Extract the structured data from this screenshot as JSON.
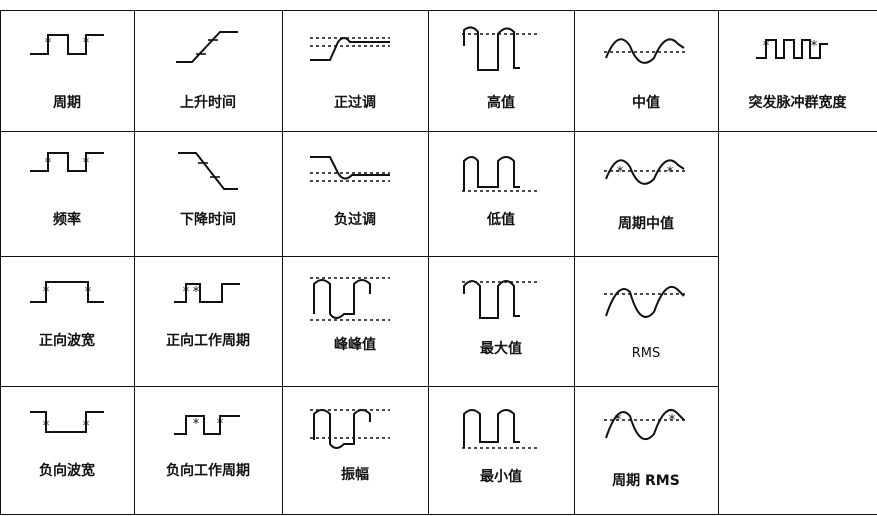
{
  "measurements": [
    {
      "label": "周期",
      "icon": "period-waveform-icon"
    },
    {
      "label": "上升时间",
      "icon": "rise-time-waveform-icon"
    },
    {
      "label": "正过调",
      "icon": "positive-overshoot-waveform-icon"
    },
    {
      "label": "高值",
      "icon": "high-value-waveform-icon"
    },
    {
      "label": "中值",
      "icon": "mid-value-waveform-icon"
    },
    {
      "label": "突发脉冲群宽度",
      "icon": "burst-width-waveform-icon"
    },
    {
      "label": "频率",
      "icon": "frequency-waveform-icon"
    },
    {
      "label": "下降时间",
      "icon": "fall-time-waveform-icon"
    },
    {
      "label": "负过调",
      "icon": "negative-overshoot-waveform-icon"
    },
    {
      "label": "低值",
      "icon": "low-value-waveform-icon"
    },
    {
      "label": "周期中值",
      "icon": "cycle-mid-value-waveform-icon"
    },
    {
      "label": "",
      "icon": ""
    },
    {
      "label": "正向波宽",
      "icon": "positive-width-waveform-icon"
    },
    {
      "label": "正向工作周期",
      "icon": "positive-duty-cycle-waveform-icon"
    },
    {
      "label": "峰峰值",
      "icon": "peak-to-peak-waveform-icon"
    },
    {
      "label": "最大值",
      "icon": "max-value-waveform-icon"
    },
    {
      "label": "RMS",
      "icon": "rms-waveform-icon"
    },
    {
      "label": "",
      "icon": ""
    },
    {
      "label": "负向波宽",
      "icon": "negative-width-waveform-icon"
    },
    {
      "label": "负向工作周期",
      "icon": "negative-duty-cycle-waveform-icon"
    },
    {
      "label": "振幅",
      "icon": "amplitude-waveform-icon"
    },
    {
      "label": "最小值",
      "icon": "min-value-waveform-icon"
    },
    {
      "label": "周期 RMS",
      "icon": "cycle-rms-waveform-icon"
    },
    {
      "label": "",
      "icon": ""
    }
  ],
  "colors": {
    "line": "#111111",
    "shade": "#ececec",
    "background": "#ffffff"
  }
}
